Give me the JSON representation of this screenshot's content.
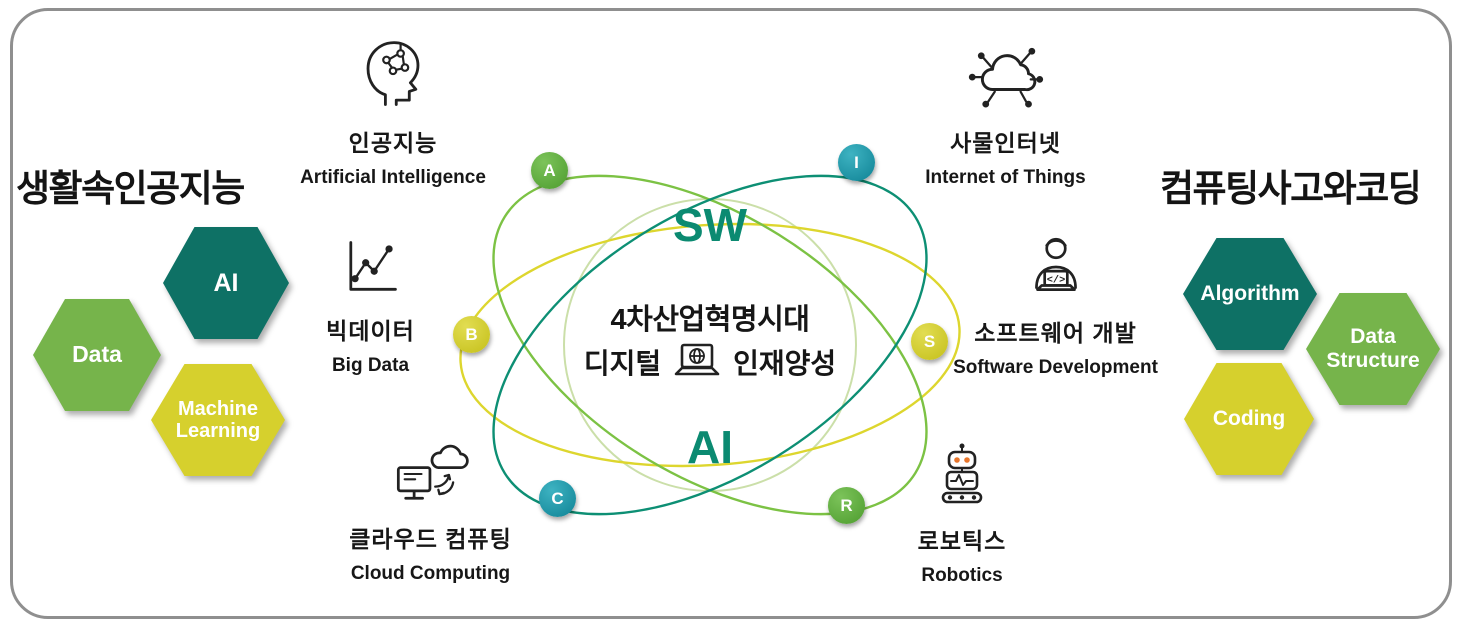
{
  "left_panel": {
    "title": "생활속인공지능",
    "hexagons": [
      {
        "label": "AI",
        "color": "#0e7165"
      },
      {
        "label": "Data",
        "color": "#76b44b"
      },
      {
        "label": "Machine Learning",
        "color": "#d6d02d"
      }
    ]
  },
  "right_panel": {
    "title": "컴퓨팅사고와코딩",
    "hexagons": [
      {
        "label": "Algorithm",
        "color": "#0e7165"
      },
      {
        "label": "Data Structure",
        "color": "#76b44b"
      },
      {
        "label": "Coding",
        "color": "#d6d02d"
      }
    ]
  },
  "center": {
    "top_label": "SW",
    "bottom_label": "AI",
    "headline": "4차산업혁명시대",
    "subline_left": "디지털",
    "subline_right": "인재양성",
    "accent_color": "#0b8a71",
    "badges": [
      {
        "letter": "A",
        "color": "#57a637"
      },
      {
        "letter": "I",
        "color": "#1793a2"
      },
      {
        "letter": "B",
        "color": "#d2cd26"
      },
      {
        "letter": "S",
        "color": "#d2cd26"
      },
      {
        "letter": "C",
        "color": "#1793a2"
      },
      {
        "letter": "R",
        "color": "#57a637"
      }
    ],
    "orbit_colors": {
      "teal": "#0d8f74",
      "green": "#7cc244",
      "yellow": "#ddd62e",
      "inner_circle": "#cbdfa9"
    }
  },
  "topics": [
    {
      "kr": "인공지능",
      "en": "Artificial Intelligence",
      "icon": "ai-head-icon"
    },
    {
      "kr": "사물인터넷",
      "en": "Internet of Things",
      "icon": "iot-cloud-icon"
    },
    {
      "kr": "빅데이터",
      "en": "Big Data",
      "icon": "bar-chart-icon"
    },
    {
      "kr": "소프트웨어 개발",
      "en": "Software Development",
      "icon": "developer-icon"
    },
    {
      "kr": "클라우드 컴퓨팅",
      "en": "Cloud Computing",
      "icon": "cloud-sync-icon"
    },
    {
      "kr": "로보틱스",
      "en": "Robotics",
      "icon": "robot-icon"
    }
  ]
}
